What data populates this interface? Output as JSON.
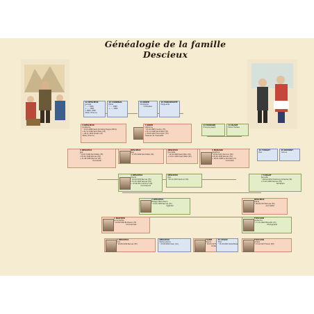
{
  "title": "Généalogie de la famille Descieux",
  "colors": {
    "background": "#f6ecd2",
    "green": "#e3eec8",
    "blue": "#dbe6f2",
    "salmon": "#f7d7c2"
  },
  "people": [
    {
      "id": "p1",
      "surname": "12 DESCIEUX",
      "first": "Jacques",
      "lines": [
        "° ..... 1830",
        "+ ..... 1881",
        "x 1860, 1869",
        "Taillac (France)"
      ],
      "job": "",
      "color": "blue"
    },
    {
      "id": "p2",
      "surname": "13 CARDINAL",
      "first": "Marie",
      "lines": [
        "° ..... 1880",
        "+ ..... 1869"
      ],
      "job": "",
      "color": "blue"
    },
    {
      "id": "p3",
      "surname": "14 DIRER",
      "first": "Christophe",
      "lines": [],
      "job": "Cultivateur",
      "color": "blue"
    },
    {
      "id": "p4",
      "surname": "15 PONCREAUTE",
      "first": "Marguerite",
      "lines": [],
      "job": "",
      "color": "blue"
    },
    {
      "id": "p5",
      "surname": "6 DESCIEUX",
      "first": "Guillaume",
      "lines": [
        "° 15.10.1880 Saint-Christoly-Fragne (MH-S)",
        "x 21.11.1906 Saint-Malo (35)",
        "+ 08.11.1942 Rivallo (47)",
        "Taillac (France)"
      ],
      "job": "",
      "color": "salmon"
    },
    {
      "id": "p6",
      "surname": "7 DIRER",
      "first": "Catherine",
      "lines": [
        "° 03.02.1883 Coulion (33)",
        "x 21.11.1906 Saint-Malo (35)",
        "+ 05.09.1927 Pons-Kiron (75)",
        "Tisseuse de chaussette"
      ],
      "job": "",
      "color": "salmon"
    },
    {
      "id": "p7",
      "surname": "13 MORAND",
      "first": "François Joseph",
      "lines": [],
      "job": "",
      "color": "green"
    },
    {
      "id": "p8",
      "surname": "11 BLAZE",
      "first": "Marie Thérèse",
      "lines": [],
      "job": "",
      "color": "green"
    },
    {
      "id": "p9",
      "surname": "3 DESCIEUX",
      "first": "Jean",
      "lines": [
        "° 10.07.1906 Saint-Malo (35)",
        "x 05.02.1928 Rennes (35)",
        "+ 21.08.1985 Rennes (35)"
      ],
      "job": "Quincaillier",
      "color": "salmon"
    },
    {
      "id": "p10",
      "surname": "DESCIEUX",
      "first": "Paul",
      "lines": [
        "° 27.05.1909 Saint-Malo (35)"
      ],
      "job": "",
      "color": "salmon"
    },
    {
      "id": "p11",
      "surname": "DESCIEUX",
      "first": "Henriette",
      "lines": [
        "° 12.04.1889 Saint-Malo (35)",
        "+ 16.11.1952 Saint-Malo (35)"
      ],
      "job": "",
      "color": "salmon"
    },
    {
      "id": "p12",
      "surname": "3 MORAND",
      "first": "Joséphine",
      "lines": [
        "° 02.02.1910 Saint-Lô (50)",
        "x 05.02.1928 Rennes (35)",
        "+ 28.03.1998 La Rochelle (17)"
      ],
      "job": "Couturière",
      "color": "salmon"
    },
    {
      "id": "p13",
      "surname": "14 TURGOT",
      "first": "Paul",
      "lines": [],
      "job": "",
      "color": "blue"
    },
    {
      "id": "p14",
      "surname": "15 DUMONT",
      "first": "Yvonne",
      "lines": [],
      "job": "",
      "color": "blue"
    },
    {
      "id": "p15",
      "surname": "4 DESCIEUX",
      "first": "Claude",
      "lines": [
        "° 16.09.1930 Rennes (35)",
        "x 15.03.1963 Rennes (35)",
        "+ 12.06.2011 Saint-Lô (50)"
      ],
      "job": "Commerçant",
      "color": "green"
    },
    {
      "id": "p16",
      "surname": "DESCIEUX",
      "first": "Paul",
      "lines": [
        "°20.11.1932 Saint-Lô (50)"
      ],
      "job": "",
      "color": "green"
    },
    {
      "id": "p17",
      "surname": "7 TURGOT",
      "first": "Bernette",
      "lines": [
        "° 09.04.1939 Cherbourg-Octeville (50)",
        "x 15.03.1963 Rennes (35)"
      ],
      "job": "Secrétaire",
      "color": "green"
    },
    {
      "id": "p18",
      "surname": "2 DESCIEUX",
      "first": "Philippe Marie Pierre",
      "lines": [
        "° 12.01.1965 Rennes (35)"
      ],
      "job": "Ingénieur",
      "color": "green"
    },
    {
      "id": "p19",
      "surname": "DESCIEUX",
      "first": "Céline",
      "lines": [
        "° 06.06.1970 Rennes (35)"
      ],
      "job": "Journaliste",
      "color": "salmon"
    },
    {
      "id": "p20",
      "surname": "1 MORTIER",
      "first": "Anne Sophie",
      "lines": [
        "° 16.06.1969 Bordeaux (33)"
      ],
      "job": "Commerciale",
      "color": "salmon"
    },
    {
      "id": "p21",
      "surname": "FOUCAUD",
      "first": "Guillaume",
      "lines": [
        "° 27.11.1966 Marseille (13)"
      ],
      "job": "Photographe",
      "color": "green"
    },
    {
      "id": "p22",
      "surname": "1 DESCIEUX",
      "first": "Lina",
      "lines": [
        "° 20.06.1999 Rennes (35)"
      ],
      "job": "",
      "color": "salmon"
    },
    {
      "id": "p23",
      "surname": "DESCIEUX",
      "first": "Marius Jeanne",
      "lines": [
        "° 23.06.2000 Caen (14)"
      ],
      "job": "",
      "color": "blue"
    },
    {
      "id": "p24",
      "surname": "FLORE",
      "first": "Heyina",
      "lines": [
        "° 20.03.1975 Caen (14)"
      ],
      "job": "Professeur des écoles",
      "color": "salmon"
    },
    {
      "id": "p25",
      "surname": "34 CESAR",
      "first": "Théo",
      "lines": [
        "° 15.03.2001 Paris-Élisées (75)"
      ],
      "job": "",
      "color": "blue"
    },
    {
      "id": "p26",
      "surname": "FOUCAUD",
      "first": "Amélie",
      "lines": [
        "° 13.12.1997 Toulon (83)"
      ],
      "job": "",
      "color": "salmon"
    }
  ]
}
